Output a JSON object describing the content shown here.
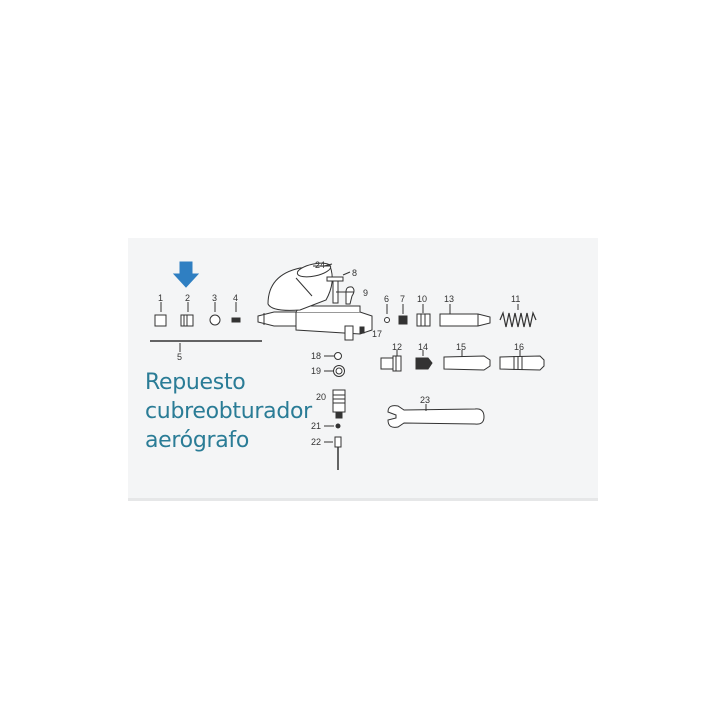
{
  "caption": {
    "line1": "Repuesto",
    "line2": "cubreobturador",
    "line3": "aerógrafo"
  },
  "highlight": {
    "part_number": "2",
    "arrow_color": "#2f7fc2"
  },
  "parts": {
    "p1": "1",
    "p2": "2",
    "p3": "3",
    "p4": "4",
    "p5": "5",
    "p6": "6",
    "p7": "7",
    "p8": "8",
    "p9": "9",
    "p10": "10",
    "p11": "11",
    "p12": "12",
    "p13": "13",
    "p14": "14",
    "p15": "15",
    "p16": "16",
    "p17": "17",
    "p18": "18",
    "p19": "19",
    "p20": "20",
    "p21": "21",
    "p22": "22",
    "p23": "23",
    "p24": "24"
  },
  "colors": {
    "caption": "#2a7c96",
    "line_art": "#333333"
  }
}
